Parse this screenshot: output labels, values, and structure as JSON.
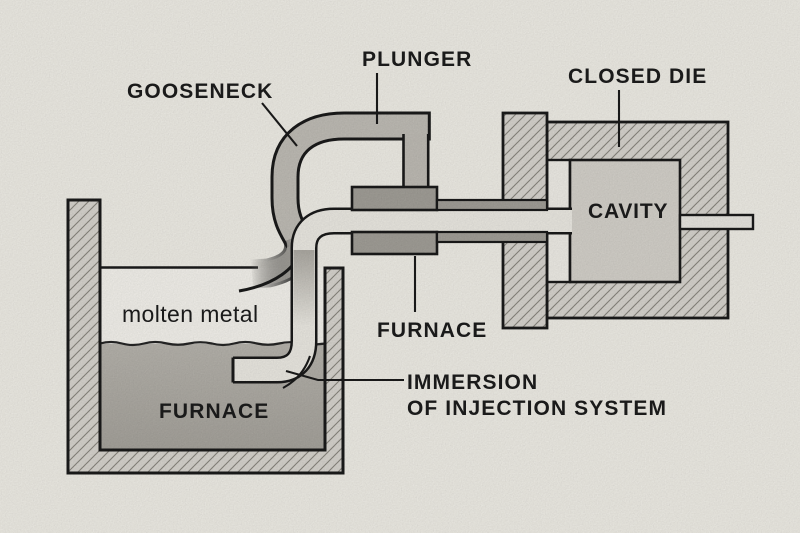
{
  "diagram": {
    "subject": "hot chamber die casting machine cross-section",
    "labels": {
      "gooseneck": "GOOSENECK",
      "plunger": "PLUNGER",
      "closed_die": "CLOSED DIE",
      "cavity": "CAVITY",
      "molten_metal": "molten metal",
      "furnace_vessel": "FURNACE",
      "furnace_heater": "FURNACE",
      "immersion_line_1": "IMMERSION",
      "immersion_line_2": "OF INJECTION SYSTEM"
    },
    "colors": {
      "background": "#f1efe8",
      "outline": "#1b1b1b",
      "hatch_fill": "#d9d6d0",
      "hatch_line": "#8b8880",
      "pipe_gray": "#c1beb7",
      "heater_dark": "#a3a099",
      "molten_metal_top": "#b8b5ae",
      "molten_metal_bottom": "#a7a49d",
      "channel_light": "#edebe4",
      "cavity_fill": "#d6d3cc",
      "vessel_interior": "#f6f4ee"
    }
  }
}
